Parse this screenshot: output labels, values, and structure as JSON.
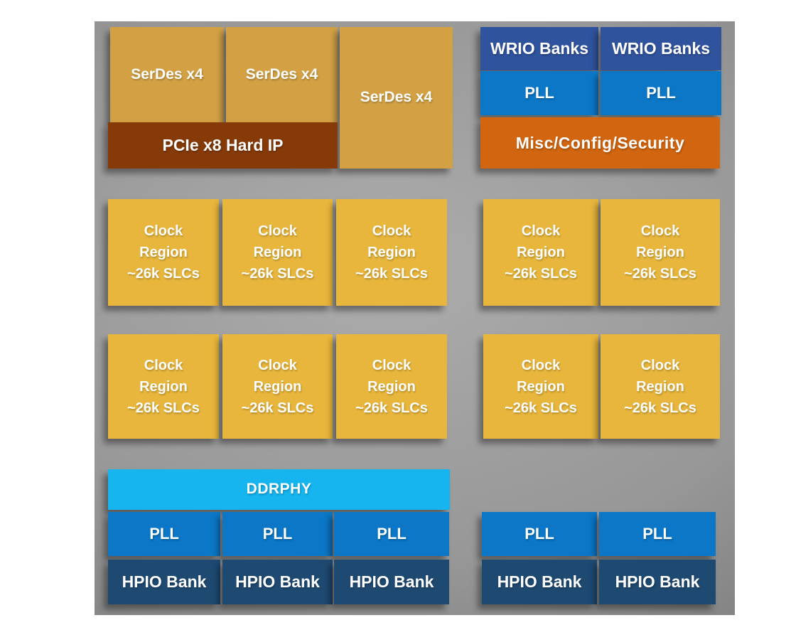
{
  "diagram": {
    "type": "chip-floorplan-block-diagram",
    "colors": {
      "serdes": "#D3A144",
      "pcie": "#853A08",
      "wrio": "#30539E",
      "pll": "#0B77C6",
      "misc": "#D2650F",
      "clock": "#E8B63C",
      "ddrphy": "#16B5F0",
      "hpio": "#1E4971",
      "canvas_center": "#ACACAC",
      "canvas_mid": "#979797",
      "canvas_edge": "#737373",
      "page_background": "#FFFFFF",
      "text": "#FFFFFF"
    },
    "labels": {
      "serdes": "SerDes x4",
      "pcie": "PCIe x8 Hard IP",
      "wrio": "WRIO Banks",
      "pll": "PLL",
      "misc": "Misc/Config/Security",
      "clock_lines": [
        "Clock",
        "Region",
        "~26k SLCs"
      ],
      "ddrphy": "DDRPHY",
      "hpio": "HPIO Bank"
    }
  }
}
